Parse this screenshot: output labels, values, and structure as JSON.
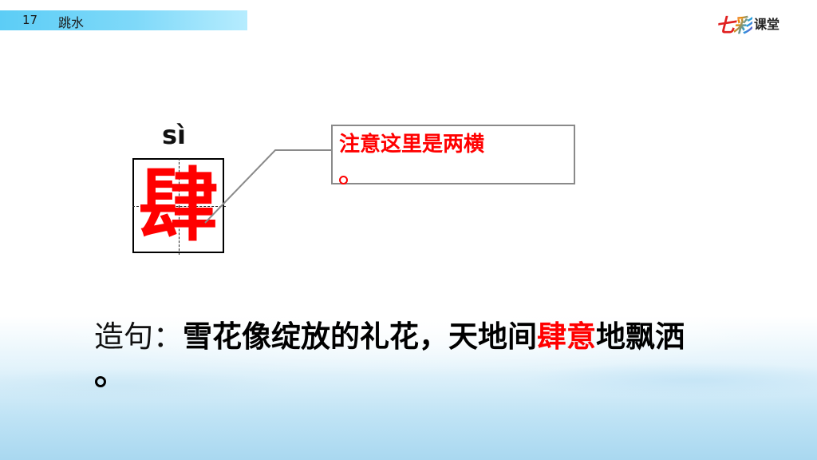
{
  "header": {
    "lesson_number": "17",
    "lesson_title": "跳水",
    "bar_gradient": [
      "#5ccdf6",
      "#b6ecfe"
    ]
  },
  "logo": {
    "part1": "七",
    "part2": "彩",
    "part3": "课堂"
  },
  "character_card": {
    "pinyin": "sì",
    "character": "肆",
    "character_color": "#ff0000"
  },
  "callout": {
    "text": "注意这里是两横",
    "trailing_punctuation": "。",
    "text_color": "#ff0000",
    "border_color": "#8a8a8a"
  },
  "example_sentence": {
    "label": "造句：",
    "before_highlight": "雪花像绽放的礼花，天地间",
    "highlight": "肆意",
    "after_highlight": "地飘洒",
    "end_punctuation": "。",
    "highlight_color": "#ff0000"
  }
}
